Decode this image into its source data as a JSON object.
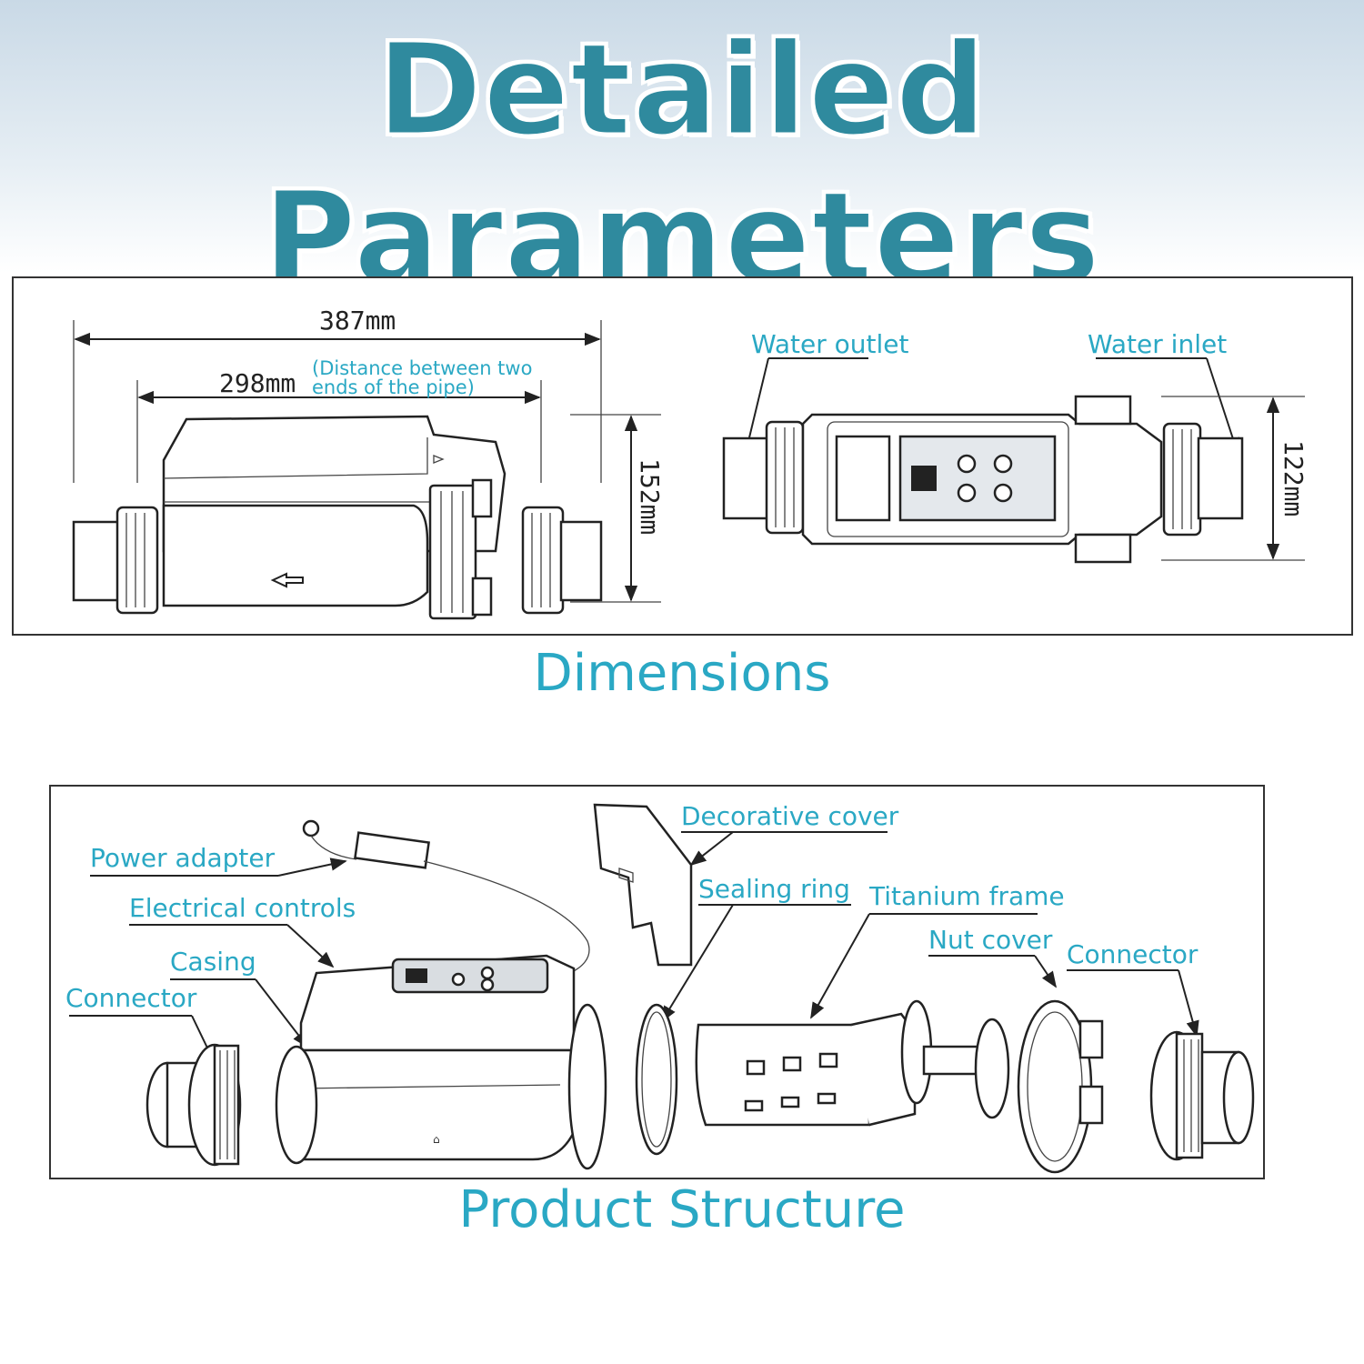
{
  "title": "Detailed Parameters",
  "dimensions": {
    "section_title": "Dimensions",
    "overall_length": "387mm",
    "pipe_length": "298mm",
    "pipe_note_line1": "(Distance between two",
    "pipe_note_line2": "ends of the pipe)",
    "side_height": "152mm",
    "top_height": "122mm",
    "water_outlet": "Water outlet",
    "water_inlet": "Water inlet"
  },
  "structure": {
    "section_title": "Product Structure",
    "labels": {
      "power_adapter": "Power adapter",
      "electrical_controls": "Electrical controls",
      "casing": "Casing",
      "connector_left": "Connector",
      "decorative_cover": "Decorative cover",
      "sealing_ring": "Sealing ring",
      "titanium_frame": "Titanium frame",
      "nut_cover": "Nut cover",
      "connector_right": "Connector"
    }
  }
}
